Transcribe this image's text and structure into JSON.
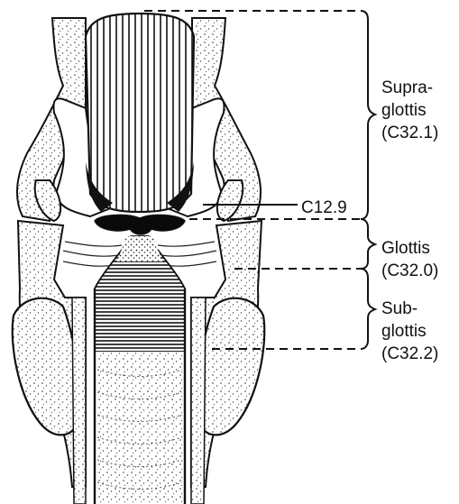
{
  "labels": {
    "c12_9": "C12.9",
    "supraglottis": [
      "Supra-",
      "glottis",
      "(C32.1)"
    ],
    "glottis": [
      "Glottis",
      "(C32.0)"
    ],
    "subglottis": [
      "Sub-",
      "glottis",
      "(C32.2)"
    ]
  },
  "colors": {
    "ink": "#111111",
    "paper": "#ffffff"
  }
}
